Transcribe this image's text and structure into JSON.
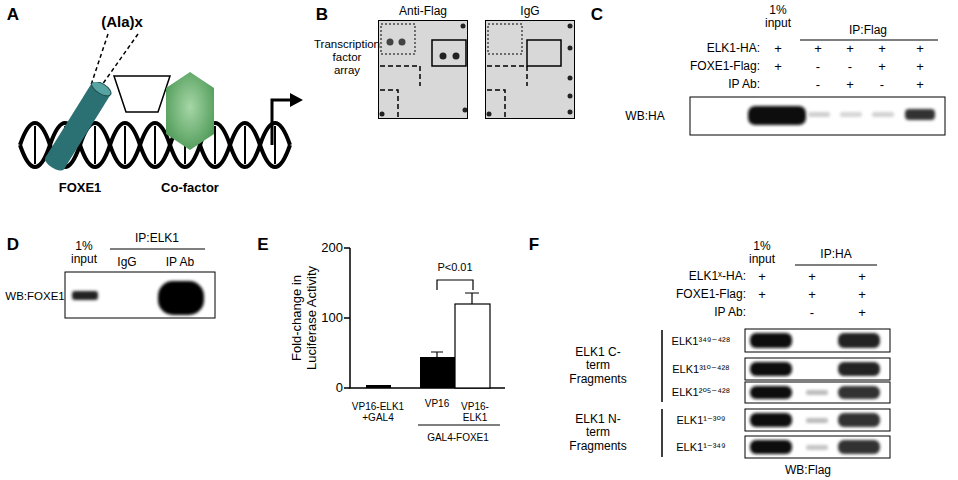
{
  "diagram": {
    "nodes": [
      {
        "text": [
          "FOXE1"
        ]
      },
      {
        "text": [
          "Co-factor"
        ]
      },
      {
        "text": [
          "Anti-Flag"
        ]
      },
      {
        "text": [
          "IgG"
        ]
      }
    ],
    "labels": [
      "A",
      "(Ala)x",
      "B",
      "Transcription factor array",
      "C",
      "1% input",
      "IP:Flag",
      "ELK1-HA:",
      "+",
      "+",
      "+",
      "+",
      "+",
      "FOXE1-Flag:",
      "+",
      "-",
      "-",
      "+",
      "+",
      "IP Ab:",
      "-",
      "+",
      "-",
      "+",
      "WB:HA",
      "D",
      "1% input",
      "IP:ELK1",
      "IgG",
      "IP Ab",
      "WB:FOXE1",
      "E",
      "200",
      "100",
      "0",
      "Fold-change in Luciferase Activity",
      "P<0.01",
      "VP16-ELK1 +GAL4",
      "VP16",
      "VP16-ELK1",
      "GAL4-FOXE1",
      "F",
      "1% input",
      "IP:HA",
      "ELK1ˣ-HA:",
      "+",
      "+",
      "+",
      "FOXE1-Flag:",
      "+",
      "+",
      "+",
      "IP Ab:",
      "-",
      "+",
      "ELK1 C-term Fragments",
      "ELK1³⁴⁹⁻⁴²⁸",
      "ELK1³¹⁰⁻⁴²⁸",
      "ELK1²⁰⁵⁻⁴²⁸",
      "ELK1 N-term Fragments",
      "ELK1¹⁻³⁰⁹",
      "ELK1¹⁻³⁴⁹",
      "WB:Flag"
    ]
  }
}
